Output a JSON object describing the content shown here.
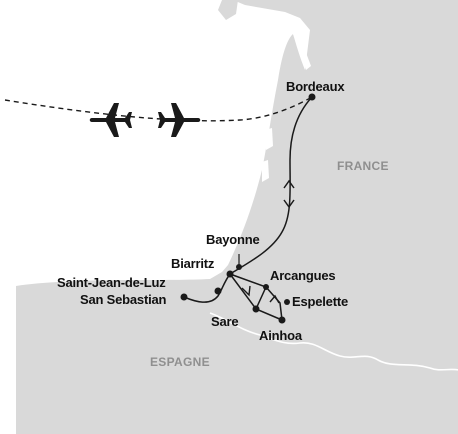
{
  "colors": {
    "land": "#d9d9d9",
    "sea": "#ffffff",
    "route": "#1a1a1a",
    "label": "#111111",
    "country_label": "#8f8f8f"
  },
  "countries": {
    "france": "FRANCE",
    "spain": "ESPAGNE"
  },
  "cities": {
    "bordeaux": "Bordeaux",
    "bayonne": "Bayonne",
    "biarritz": "Biarritz",
    "arcangues": "Arcangues",
    "saint_jean_de_luz": "Saint-Jean-de-Luz",
    "san_sebastian": "San Sebastian",
    "espelette": "Espelette",
    "sare": "Sare",
    "ainhoa": "Ainhoa"
  },
  "icons": {
    "flight": "airplane-icon",
    "transfer": "two-way-arrow-icon"
  }
}
